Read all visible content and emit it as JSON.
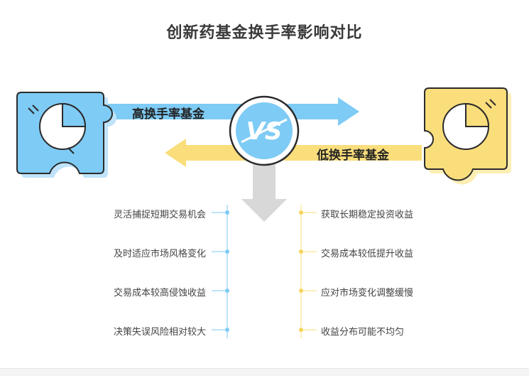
{
  "title": "创新药基金换手率影响对比",
  "left": {
    "arrow_label": "高换手率基金",
    "color": "#7ECBF5",
    "items": [
      "灵活捕捉短期交易机会",
      "及时适应市场风格变化",
      "交易成本较高侵蚀收益",
      "决策失误风险相对较大"
    ]
  },
  "right": {
    "arrow_label": "低换手率基金",
    "color": "#FADE7C",
    "items": [
      "获取长期稳定投资收益",
      "交易成本较低提升收益",
      "应对市场变化调整缓慢",
      "收益分布可能不均匀"
    ]
  },
  "vs_text": "VS",
  "icons": {
    "left_puzzle": "pie-chart-puzzle-icon",
    "right_puzzle": "pie-chart-puzzle-icon",
    "vs_badge": "vs-icon"
  }
}
